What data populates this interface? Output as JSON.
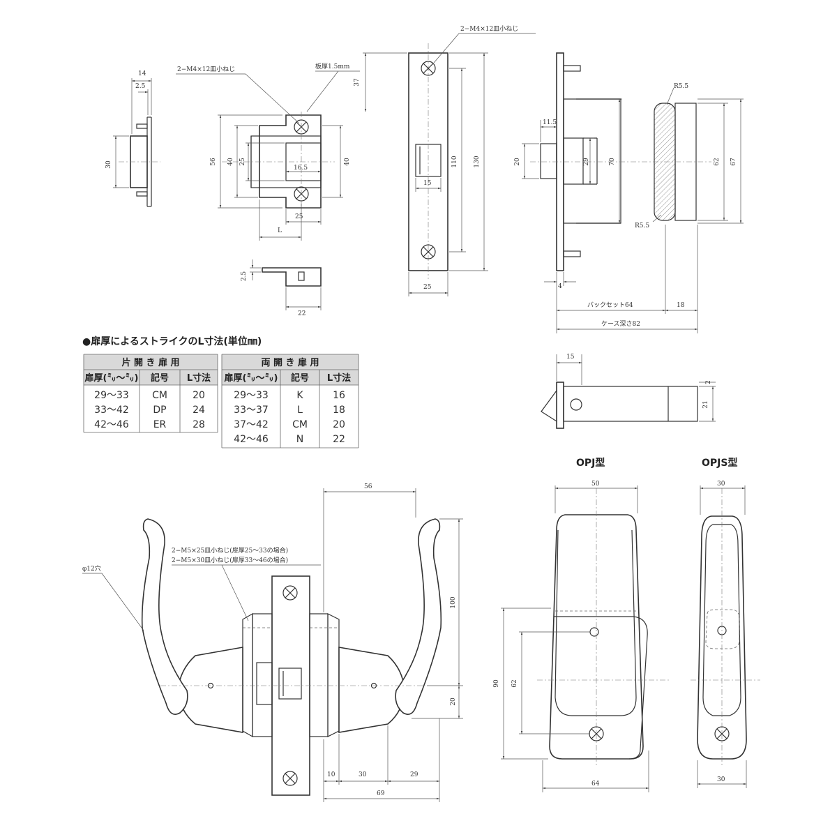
{
  "labels": {
    "screw_m4_strike": "2−M4×12皿小ねじ",
    "screw_m4_front": "2−M4×12皿小ねじ",
    "plate_thickness": "板厚1.5mm",
    "r55_top": "R5.5",
    "r55_bottom": "R5.5",
    "backset": "バックセット64",
    "case_depth": "ケース深さ82",
    "hole_12": "φ12穴",
    "screw_m5_a": "2−M5×25皿小ねじ(扉厚25〜33の場合)",
    "screw_m5_b": "2−M5×30皿小ねじ(扉厚33〜46の場合)",
    "L": "L"
  },
  "dims": {
    "d14": "14",
    "d2_5a": "2.5",
    "d30": "30",
    "d56": "56",
    "d40a": "40",
    "d25a": "25",
    "d16_5": "16.5",
    "d40b": "40",
    "d25b": "25",
    "d2_5b": "2.5",
    "d22": "22",
    "d37": "37",
    "d110": "110",
    "d130": "130",
    "d15a": "15",
    "d25c": "25",
    "d11_5": "11.5",
    "d20a": "20",
    "d29": "29",
    "d70": "70",
    "d62a": "62",
    "d67": "67",
    "d4": "4",
    "d18": "18",
    "d15b": "15",
    "d2": "2",
    "d21": "21",
    "d56b": "56",
    "d100": "100",
    "d20b": "20",
    "d10": "10",
    "d30b": "30",
    "d29b": "29",
    "d69": "69",
    "d50": "50",
    "d90": "90",
    "d62b": "62",
    "d64": "64",
    "d30c": "30",
    "d30d": "30"
  },
  "strike_table": {
    "heading": "●扉厚によるストライクのL寸法(単位㎜)",
    "single": {
      "title": "片 開 き 扉 用",
      "headers": [
        "扉厚(㍉〜㍉)",
        "記号",
        "L寸法"
      ],
      "rows": [
        [
          "29〜33",
          "CM",
          "20"
        ],
        [
          "33〜42",
          "DP",
          "24"
        ],
        [
          "42〜46",
          "ER",
          "28"
        ]
      ]
    },
    "double": {
      "title": "両 開 き 扉 用",
      "headers": [
        "扉厚(㍉〜㍉)",
        "記号",
        "L寸法"
      ],
      "rows": [
        [
          "29〜33",
          "K",
          "16"
        ],
        [
          "33〜37",
          "L",
          "18"
        ],
        [
          "37〜42",
          "CM",
          "20"
        ],
        [
          "42〜46",
          "N",
          "22"
        ]
      ]
    }
  },
  "models": {
    "opj": "OPJ型",
    "opjs": "OPJS型"
  }
}
